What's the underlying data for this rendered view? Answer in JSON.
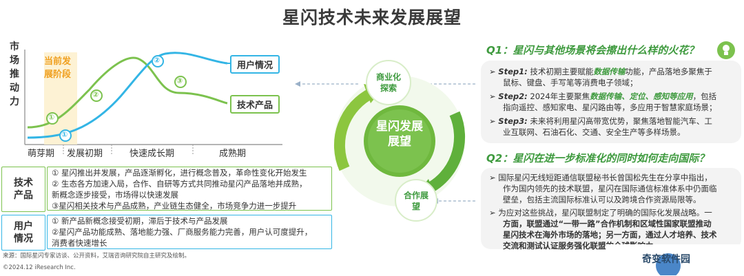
{
  "title": "星闪技术未来发展展望",
  "chart": {
    "y_label": "市场推动力",
    "current_stage": "当前发展阶段",
    "stages": [
      "萌芽期",
      "发展初期",
      "快速成长期",
      "成熟期"
    ],
    "markers": [
      "①",
      "①",
      "②",
      "②",
      "③"
    ],
    "legend": {
      "user": "用户情况",
      "tech": "技术产品"
    }
  },
  "table": {
    "tech": {
      "head": "技术产品",
      "lines": [
        "① 星闪推出并发展，产品逐渐孵化，进行概念普及，革命性变化开始发生",
        "② 生态各方加速入局，合作、自研等方式共同推动星闪产品落地并成熟，",
        "新概念逐步接受，市场得以快速发展",
        "③星闪相关技术与产品成熟，产业链生态健全，市场竞争力进一步提升"
      ]
    },
    "user": {
      "head": "用户情况",
      "lines": [
        "① 新产品新概念接受初期，滞后于技术与产品发展",
        "②星闪产品功能成熟、落地能力强、厂商服务能力完善，用户认可度提升，",
        "消费者快速增长"
      ]
    }
  },
  "source": "来源：国际星闪专家访谈、公开资料，艾瑞咨询研究院自主研究及绘制。",
  "copyright": "©2024.12 iResearch Inc.",
  "cycle": {
    "center": "星闪发展展望",
    "top": "商业化探索",
    "bottom": "合作展望"
  },
  "q1": {
    "title": "Q1：星闪与其他场景将会擦出什么样的火花？",
    "steps": [
      {
        "label": "Step1:",
        "pre": "技术初期主要赋能",
        "em": "数据传输",
        "post": "功能，产品落地多聚焦于",
        "line2": "鼠标、键盘、手写笔等消费电子领域；"
      },
      {
        "label": "Step2:",
        "pre": "2024年主要聚焦",
        "em": "数据传输、定位、感知等应用",
        "post": "，包括",
        "line2": "指向遥控、感知家电、星闪路由等，多应用于智慧家庭场景；"
      },
      {
        "label": "Step3:",
        "pre": "未来将利用星闪高带宽优势，聚焦落地智能汽车、工",
        "em": "",
        "post": "",
        "line2": "业互联网、石油石化、交通、安全生产等多样场景。"
      }
    ]
  },
  "q2": {
    "title": "Q2：星闪在进一步标准化的同时如何走向国际？",
    "p1": [
      "国际星闪无线短距通信联盟秘书长曾国松先生在分享中指出，",
      "作为国内领先的技术联盟，星闪在国际通信标准体系中仍面临",
      "壁垒，包括主流国际标准认可以及跨境合作资源局限等。"
    ],
    "p2": [
      "为应对这些挑战，星闪联盟制定了明确的国际化发展战略。一",
      "方面，联盟通过“一带一路”合作机制和区域性国家联盟推动",
      "星闪技术在海外市场的落地；另一方面，通过人才培养、技术",
      "交流和测试认证服务强化联盟的全球影响力。"
    ]
  },
  "watermark": "奇变软件园"
}
